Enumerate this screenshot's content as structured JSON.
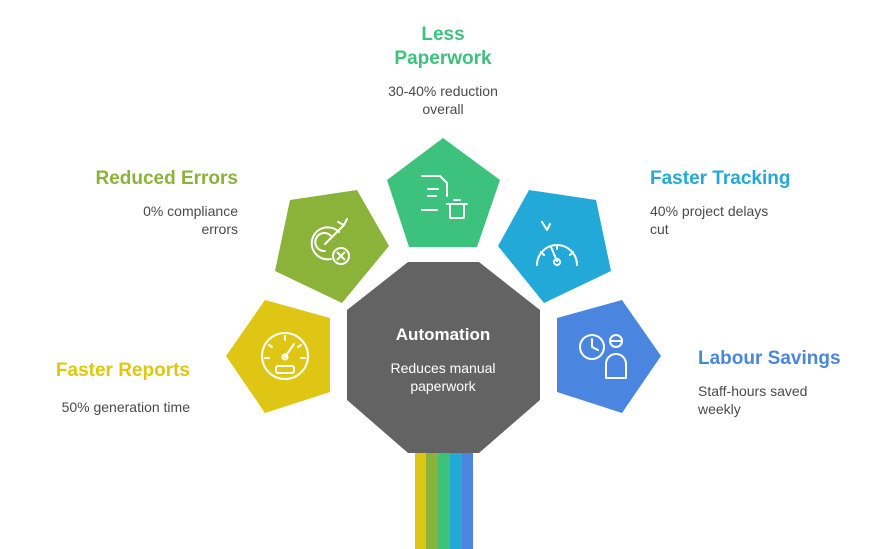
{
  "center": {
    "title": "Automation",
    "description": "Reduces manual\npaperwork",
    "color": "#636363"
  },
  "benefits": [
    {
      "id": "faster-reports",
      "title": "Faster Reports",
      "description": "50% generation time",
      "color": "#e0c614",
      "icon": "speedometer-icon"
    },
    {
      "id": "reduced-errors",
      "title": "Reduced Errors",
      "description": "0% compliance\nerrors",
      "color": "#8bb33a",
      "icon": "target-cancel-icon"
    },
    {
      "id": "less-paperwork",
      "title": "Less\nPaperwork",
      "description": "30-40% reduction\noverall",
      "color": "#3dc27e",
      "icon": "document-trash-icon"
    },
    {
      "id": "faster-tracking",
      "title": "Faster Tracking",
      "description": "40% project delays\ncut",
      "color": "#22a9d8",
      "icon": "gauge-icon"
    },
    {
      "id": "labour-savings",
      "title": "Labour Savings",
      "description": "Staff-hours saved\nweekly",
      "color": "#4a86e0",
      "icon": "clock-person-icon"
    }
  ]
}
